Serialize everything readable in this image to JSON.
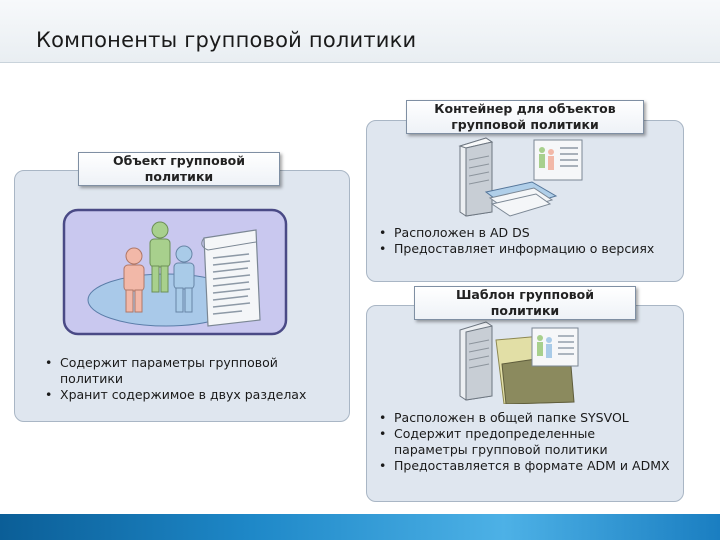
{
  "header": {
    "title": "Компоненты групповой политики"
  },
  "gpo": {
    "label_line1": "Объект групповой",
    "label_line2": "политики",
    "bullets": [
      "Содержит параметры групповой политики",
      "Хранит содержимое в двух разделах"
    ]
  },
  "gpc": {
    "label_line1": "Контейнер для объектов",
    "label_line2": "групповой политики",
    "bullets": [
      "Расположен в AD DS",
      "Предоставляет информацию о версиях"
    ]
  },
  "gpt": {
    "label_line1": "Шаблон групповой",
    "label_line2": "политики",
    "bullets": [
      "Расположен в общей папке SYSVOL",
      "Содержит предопределенные параметры групповой политики",
      "Предоставляется в формате ADM и ADMX"
    ]
  },
  "colors": {
    "panel": "#dfe6ef",
    "footer": "#1e88c8",
    "illustration_frame": "#c9c8ef"
  },
  "icons": [
    "users-icon",
    "document-icon",
    "server-icon",
    "folder-icon"
  ]
}
